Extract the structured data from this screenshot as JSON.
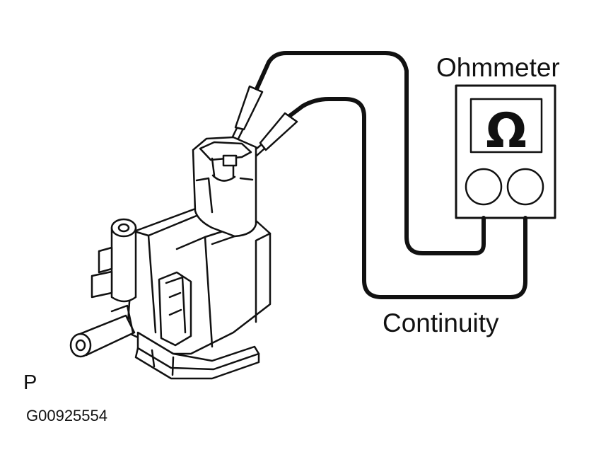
{
  "labels": {
    "meter_title": "Ohmmeter",
    "meter_symbol": "Ω",
    "mode": "Continuity",
    "view_letter": "P",
    "figure_code": "G00925554"
  },
  "colors": {
    "ink": "#111111",
    "background": "#ffffff"
  }
}
